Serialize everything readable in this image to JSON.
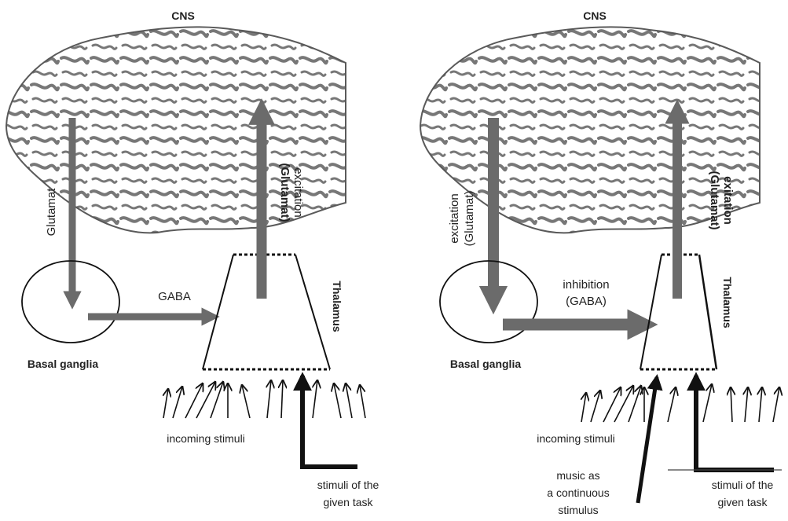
{
  "panels": [
    {
      "title": "CNS",
      "cortex_to_basal_label": "Glutamat",
      "basal_to_thalamus_label": "GABA",
      "thalamus_to_cortex_label_line1": "excitation",
      "thalamus_to_cortex_label_line2": "(Glutamat)",
      "basal_ganglia_label": "Basal ganglia",
      "thalamus_label": "Thalamus",
      "incoming_label": "incoming stimuli",
      "task_label_line1": "stimuli of the",
      "task_label_line2": "given task"
    },
    {
      "title": "CNS",
      "cortex_to_basal_label_line1": "excitation",
      "cortex_to_basal_label_line2": "(Glutamat)",
      "basal_to_thalamus_label_line1": "inhibition",
      "basal_to_thalamus_label_line2": "(GABA)",
      "thalamus_to_cortex_label_line1": "exitation",
      "thalamus_to_cortex_label_line2": "(Glutamat)",
      "basal_ganglia_label": "Basal ganglia",
      "thalamus_label": "Thalamus",
      "incoming_label": "incoming stimuli",
      "music_label_line1": "music as",
      "music_label_line2": "a continuous",
      "music_label_line3": "stimulus",
      "task_label_line1": "stimuli of the",
      "task_label_line2": "given task"
    }
  ],
  "colors": {
    "pathway_arrow": "#6b6b6b",
    "brain_fill": "#6e6e6e",
    "line": "#111111"
  }
}
